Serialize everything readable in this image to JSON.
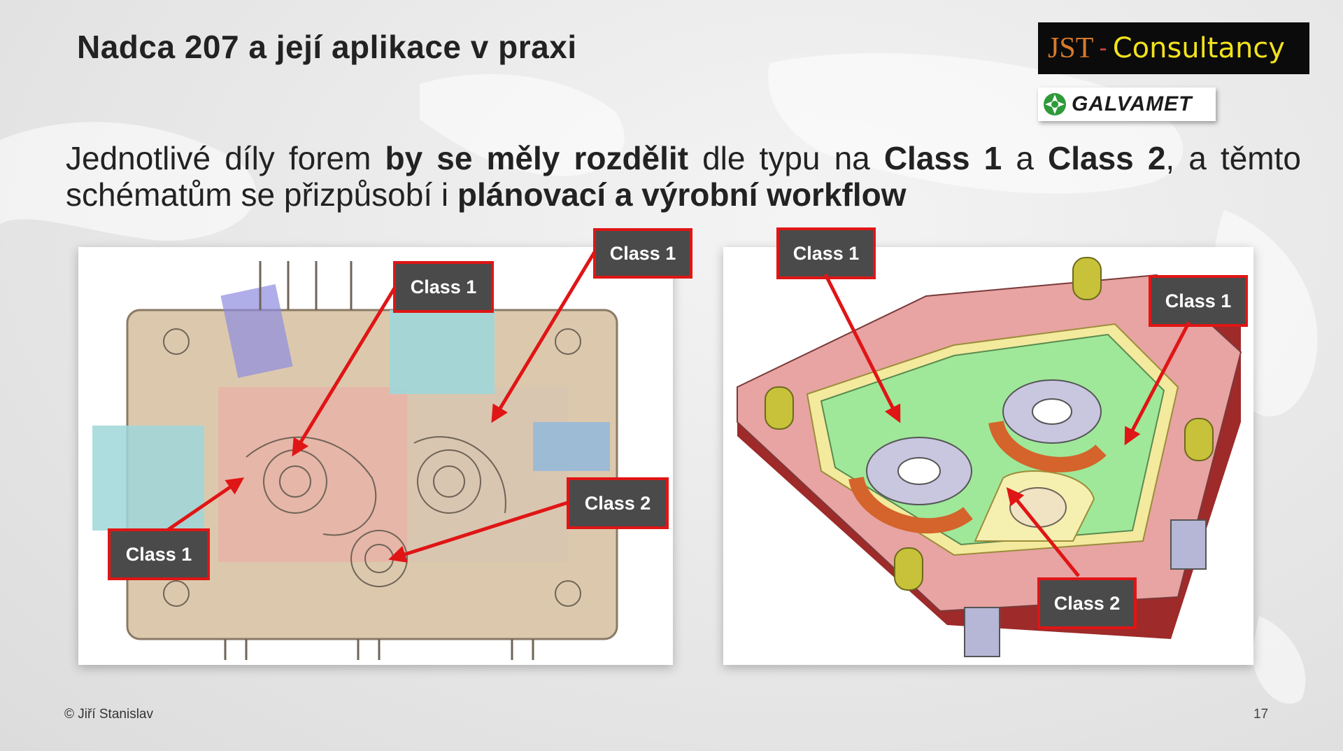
{
  "slide": {
    "title": "Nadca 207 a její aplikace v praxi",
    "page_number": "17",
    "footer": "© Jiří Stanislav"
  },
  "logos": {
    "jst_part1": "JST",
    "jst_part2": "Consultancy",
    "galvamet": "GALVAMET"
  },
  "intro": {
    "p1": "Jednotlivé díly forem ",
    "b1": "by se měly rozdělit",
    "p2": " dle typu  na ",
    "b2": "Class 1",
    "p3": " a ",
    "b3": "Class 2",
    "p4": ", a těmto schématům se přizpůsobí i ",
    "b4": "plánovací a výrobní  workflow"
  },
  "callouts": {
    "left_top_center": "Class 1",
    "left_top_right": "Class 1",
    "left_bottom_left": "Class 1",
    "left_bottom_right": "Class 2",
    "right_top_left": "Class 1",
    "right_top_right": "Class 1",
    "right_bottom": "Class 2"
  },
  "colors": {
    "callout_border": "#e01515",
    "callout_fill": "#4a4a4a",
    "arrow": "#e01515"
  }
}
